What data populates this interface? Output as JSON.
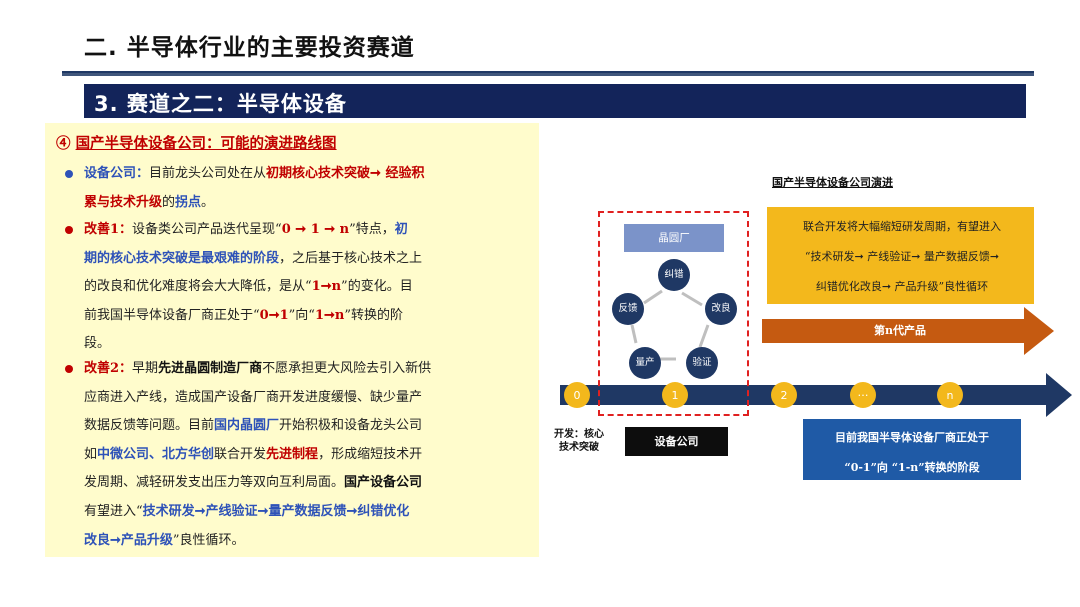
{
  "main_title": "二. 半导体行业的主要投资赛道",
  "section_title": "3. 赛道之二：半导体设备",
  "sub_heading": {
    "num": "④",
    "label": "国产半导体设备公司：可能的演进路线图"
  },
  "bullet1": {
    "l1_a": "设备公司：",
    "l1_b": "目前龙头公司处在从",
    "l1_c": "初期核心技术突破",
    "l1_d": "➞ 经验积",
    "l2_a": "累与技术升级",
    "l2_b": "的",
    "l2_c": "拐点",
    "l2_d": "。"
  },
  "bullet2": {
    "l1_a": "改善1：",
    "l1_b": "设备类公司产品迭代呈现“",
    "l1_c": "0 ➞ 1 ➞ n",
    "l1_d": "”特点，",
    "l1_e": "初",
    "l2_a": "期的核心技术突破是最艰难的阶段",
    "l2_b": "，之后基于核心技术之上",
    "l3": "的改良和优化难度将会大大降低，是从“",
    "l3_b": "1➞n",
    "l3_c": "”的变化。目",
    "l4_a": "前我国半导体设备厂商正处于“",
    "l4_b": "0➞1",
    "l4_c": "”向“",
    "l4_d": "1➞n",
    "l4_e": "”转换的阶",
    "l5": "段。"
  },
  "bullet3": {
    "l1_a": "改善2：",
    "l1_b": "早期",
    "l1_c": "先进晶圆制造厂商",
    "l1_d": "不愿承担更大风险去引入新供",
    "l2": "应商进入产线，造成国产设备厂商开发进度缓慢、缺少量产",
    "l3_a": "数据反馈等问题。目前",
    "l3_b": "国内晶圆厂",
    "l3_c": "开始积极和设备龙头公司",
    "l4_a": "如",
    "l4_b": "中微公司、北方华创",
    "l4_c": "联合开发",
    "l4_d": "先进制程",
    "l4_e": "，形成缩短技术开",
    "l5_a": "发周期、减轻研发支出压力等双向互利局面。",
    "l5_b": "国产设备公司",
    "l6_a": "有望进入“",
    "l6_b": "技术研发➞产线验证➞量产数据反馈➞纠错优化",
    "l7_a": "改良➞产品升级",
    "l7_b": "”良性循环。"
  },
  "diagram": {
    "caption": "国产半导体设备公司演进",
    "orange_lines": [
      "联合开发将大幅缩短研发周期，有望进入",
      "“技术研发➞ 产线验证➞ 量产数据反馈➞",
      "纠错优化改良➞ 产品升级”良性循环"
    ],
    "arrow_label": "第n代产品",
    "timeline_points": [
      "0",
      "1",
      "2",
      "…",
      "n"
    ],
    "fab_label": "晶圆厂",
    "cycle_nodes": [
      "纠错",
      "改良",
      "验证",
      "量产",
      "反馈"
    ],
    "dev_label": "开发：核心技术突破",
    "equip_label": "设备公司",
    "blue_lines": [
      "目前我国半导体设备厂商正处于",
      "“0-1”向 “1-n”转换的阶段"
    ]
  },
  "colors": {
    "navy": "#13245a",
    "red": "#c00000",
    "blue": "#2e52b8",
    "orange": "#f3b81c",
    "arrow": "#c55a11"
  }
}
